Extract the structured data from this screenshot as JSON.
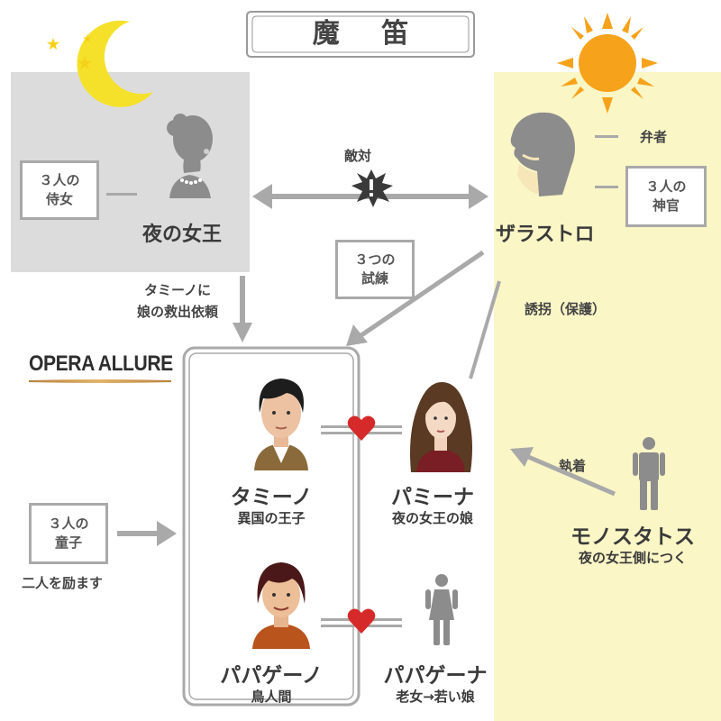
{
  "title": "魔 笛",
  "brand": "OPERA ALLURE",
  "queen": {
    "name": "夜の女王",
    "maids_line1": "３人の",
    "maids_line2": "侍女"
  },
  "sarastro": {
    "name": "ザラストロ",
    "attr1": "弁者",
    "priests_line1": "３人の",
    "priests_line2": "神官"
  },
  "relations": {
    "hostile": "敵対",
    "request_line1": "タミーノに",
    "request_line2": "娘の救出依頼",
    "trials_line1": "３つの",
    "trials_line2": "試練",
    "abduct": "誘拐（保護）",
    "obsession": "執着"
  },
  "tamino": {
    "name": "タミーノ",
    "desc": "異国の王子"
  },
  "pamina": {
    "name": "パミーナ",
    "desc": "夜の女王の娘"
  },
  "papageno": {
    "name": "パパゲーノ",
    "desc": "鳥人間"
  },
  "papagena": {
    "name": "パパゲーナ",
    "desc": "老女→若い娘"
  },
  "monostatos": {
    "name": "モノスタトス",
    "desc": "夜の女王側につく"
  },
  "boys": {
    "line1": "３人の",
    "line2": "童子",
    "desc": "二人を励ます"
  },
  "colors": {
    "night_bg": "#dcdcdc",
    "day_bg": "#faf6c6",
    "arrow": "#a9a9a9",
    "heart": "#d62a2a",
    "moon": "#f5e12a",
    "sun": "#f7a21b"
  }
}
